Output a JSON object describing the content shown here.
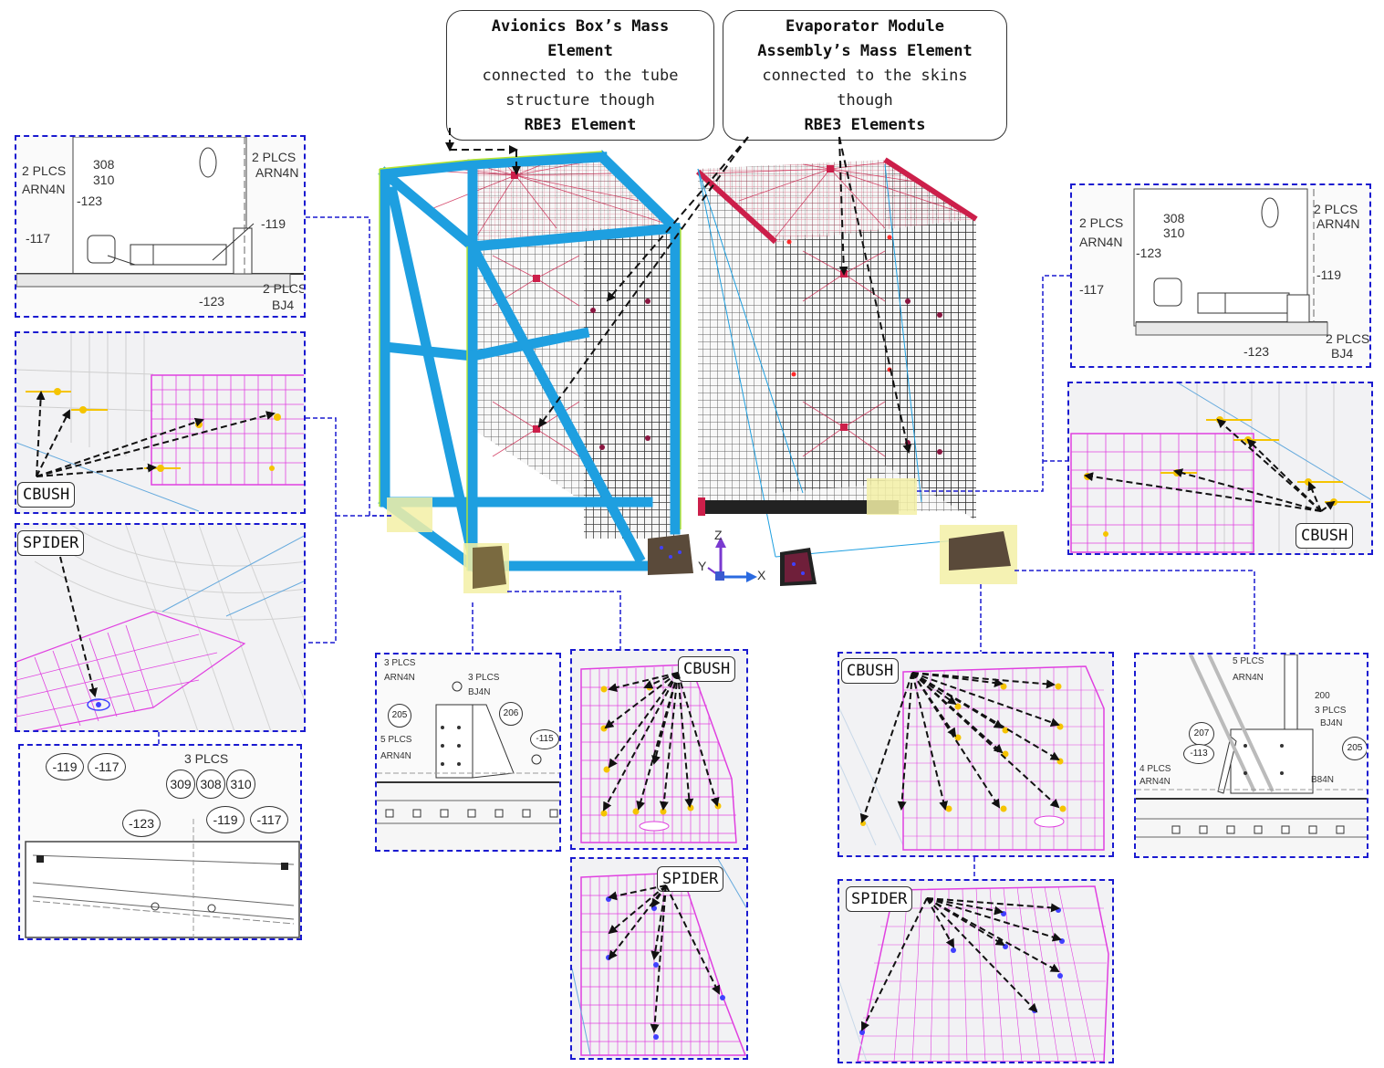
{
  "callouts": {
    "avionics": {
      "l1": "Avionics Box’s Mass",
      "l2": "Element",
      "l3": "connected to the tube",
      "l4": "structure though",
      "l5": "RBE3 Element"
    },
    "evaporator": {
      "l1": "Evaporator Module",
      "l2": "Assembly’s Mass Element",
      "l3": "connected to the skins",
      "l4": "though",
      "l5": "RBE3 Elements"
    }
  },
  "tags": {
    "cbush": "CBUSH",
    "spider": "SPIDER"
  },
  "drawing_labels": {
    "two_plcs": "2 PLCS",
    "arn4n": "ARN4N",
    "n308": "308",
    "n310": "310",
    "n123": "-123",
    "n117": "-117",
    "n119": "-119",
    "bj4": "BJ4",
    "three_plcs": "3 PLCS",
    "five_plcs": "5 PLCS",
    "four_plcs": "4 PLCS",
    "bj4n": "BJ4N",
    "n115": "-115",
    "n113": "-113",
    "n205": "205",
    "n206": "206",
    "n207": "207",
    "n200": "200",
    "n309": "309",
    "b84n": "B84N"
  },
  "axes": {
    "x": "X",
    "y": "Y",
    "z": "Z"
  },
  "colors": {
    "panel_border": "#1a1ad0",
    "tube": "#1e9fe0",
    "tube_edge": "#b8e62e",
    "rbe3": "#cc1f4a",
    "mesh_pink": "#e040e0",
    "mesh_dark": "#222222",
    "highlight": "#f3f0a6",
    "node_yellow": "#f5c400",
    "node_blue": "#4040ff"
  }
}
